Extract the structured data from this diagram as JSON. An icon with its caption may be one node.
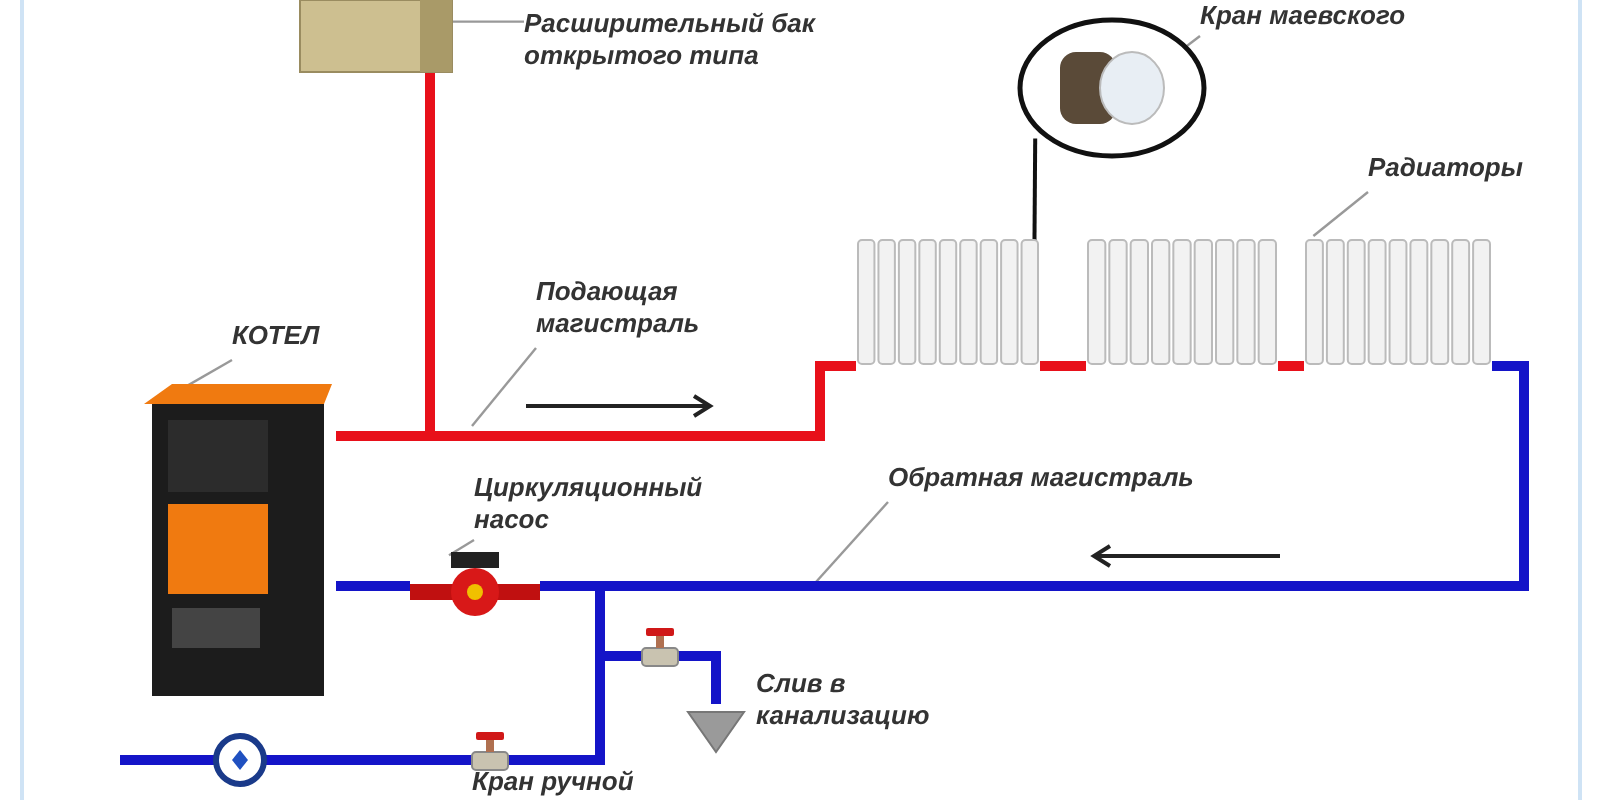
{
  "diagram": {
    "nodes": [
      {
        "text": [
          "Расширительный бак открытого типа"
        ]
      },
      {
        "text": [],
        "shape": "picture"
      },
      {
        "text": [
          "Кран маевского"
        ]
      },
      {
        "text": [],
        "shape": "picture"
      },
      {
        "text": [
          "Радиаторы"
        ]
      },
      {
        "text": [],
        "shape": "picture"
      },
      {
        "text": [],
        "shape": "picture"
      },
      {
        "text": [],
        "shape": "picture"
      },
      {
        "text": [
          "Подающая магистраль"
        ]
      },
      {
        "text": [
          "КОТЕЛ"
        ]
      },
      {
        "text": [],
        "shape": "picture"
      },
      {
        "text": [
          "Циркуляционный насос"
        ]
      },
      {
        "text": [],
        "shape": "picture"
      },
      {
        "text": [
          "Обратная магистраль"
        ]
      }
    ],
    "edges": [
      {
        "from": 0,
        "to": 1,
        "arrow": "none"
      },
      {
        "from": 2,
        "to": 3,
        "arrow": "none"
      },
      {
        "from": 3,
        "to": 5,
        "arrow": "none",
        "color": "#111111"
      },
      {
        "from": 4,
        "to": 7,
        "arrow": "none"
      },
      {
        "from": 8,
        "to": null,
        "arrow": "none"
      },
      {
        "from": 9,
        "to": 10,
        "arrow": "none"
      },
      {
        "from": 11,
        "to": 12,
        "arrow": "none"
      },
      {
        "from": 13,
        "to": null,
        "arrow": "none"
      },
      {
        "from": 10,
        "to": 5,
        "arrow": "none",
        "style": "thick",
        "color": "#e8101a"
      },
      {
        "from": 5,
        "to": 6,
        "arrow": "none",
        "style": "thick",
        "color": "#e8101a"
      },
      {
        "from": 6,
        "to": 7,
        "arrow": "none",
        "style": "thick",
        "color": "#e8101a"
      },
      {
        "from": 1,
        "to": 10,
        "arrow": "none",
        "style": "thick",
        "color": "#e8101a"
      },
      {
        "from": 7,
        "to": 12,
        "arrow": "none",
        "style": "thick",
        "color": "#1414c8"
      },
      {
        "from": 12,
        "to": 10,
        "arrow": "none",
        "style": "thick",
        "color": "#1414c8"
      }
    ],
    "labels": [
      "Слив в канализацию",
      "Кран ручной"
    ]
  }
}
